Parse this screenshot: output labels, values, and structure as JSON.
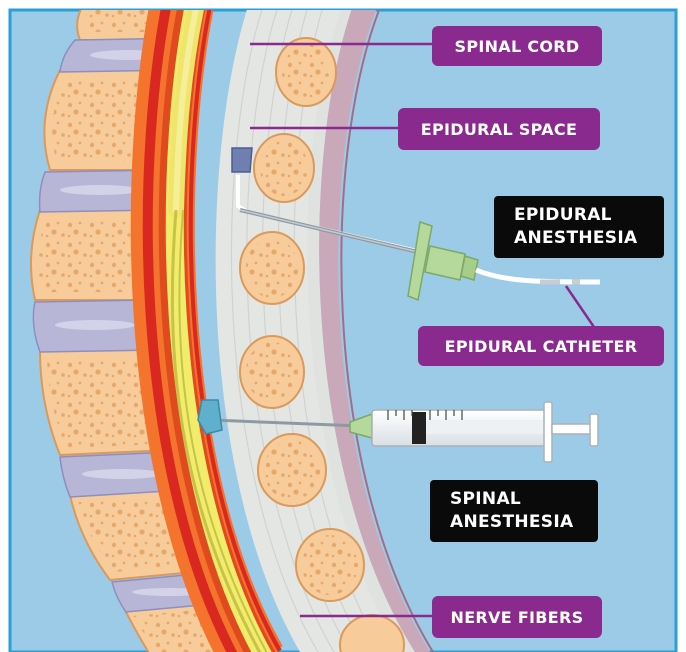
{
  "labels": {
    "spinal_cord": "SPINAL CORD",
    "epidural_space": "EPIDURAL SPACE",
    "epidural_anesthesia_line1": "EPIDURAL",
    "epidural_anesthesia_line2": "ANESTHESIA",
    "epidural_catheter": "EPIDURAL CATHETER",
    "spinal_anesthesia_line1": "SPINAL",
    "spinal_anesthesia_line2": "ANESTHESIA",
    "nerve_fibers": "NERVE FIBERS"
  },
  "colors": {
    "background": "#9ccbe8",
    "frame": "#2a9fd6",
    "vertebra": "#f7cc9a",
    "disc": "#b7b6d6",
    "dura_red": "#d8281f",
    "outer_orange": "#f4732d",
    "spinal_cord_yellow": "#f2ec6b",
    "ligament": "#e4e6e3",
    "label_purple": "#8b2a8e",
    "label_black": "#0a0a0a"
  }
}
